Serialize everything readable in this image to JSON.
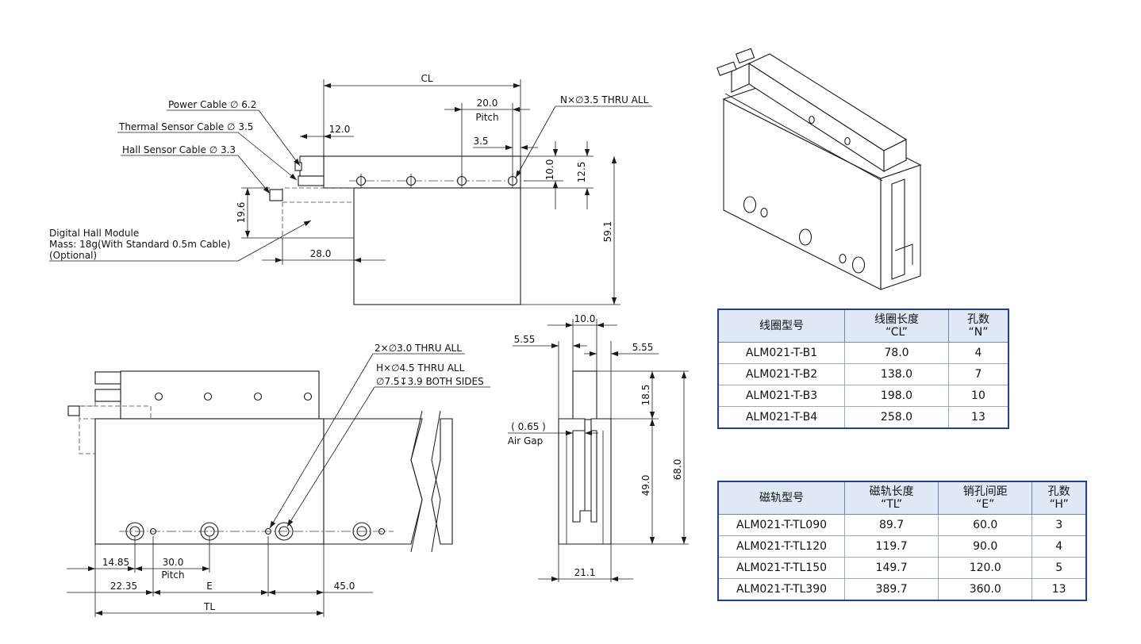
{
  "top_view": {
    "cl": "CL",
    "pitch_value": "20.0",
    "pitch_label": "Pitch",
    "holes_note": "N×∅3.5 THRU ALL",
    "cable_offset": "12.0",
    "hole_offset": "3.5",
    "hole_row_10": "10.0",
    "hole_row_12_5": "12.5",
    "height_59_1": "59.1",
    "hall_height": "19.6",
    "hall_width": "28.0",
    "power_cable": "Power Cable ∅ 6.2",
    "thermal_cable": "Thermal Sensor Cable ∅ 3.5",
    "hall_cable": "Hall Sensor Cable ∅ 3.3",
    "hall_module_line1": "Digital Hall Module",
    "hall_module_line2": "Mass: 18g(With Standard 0.5m Cable)",
    "hall_module_line3": "(Optional)"
  },
  "side_view": {
    "mount_holes": "2×∅3.0 THRU ALL",
    "track_holes": "H×∅4.5 THRU ALL",
    "counterbore": "∅7.5↧3.9 BOTH SIDES",
    "d_14_85": "14.85",
    "d_30_0": "30.0",
    "pitch_label": "Pitch",
    "d_22_35": "22.35",
    "e_label": "E",
    "d_45_0": "45.0",
    "tl_label": "TL"
  },
  "end_view": {
    "d_10_0": "10.0",
    "d_5_55_left": "5.55",
    "d_5_55_right": "5.55",
    "d_18_5": "18.5",
    "air_gap_value": "( 0.65 )",
    "air_gap_label": "Air Gap",
    "d_49_0": "49.0",
    "d_68_0": "68.0",
    "d_21_1": "21.1"
  },
  "coil_table": {
    "headers": [
      {
        "line1": "线圈型号",
        "line2": ""
      },
      {
        "line1": "线圈长度",
        "line2": "“CL”"
      },
      {
        "line1": "孔数",
        "line2": "“N”"
      }
    ],
    "rows": [
      [
        "ALM021-T-B1",
        "78.0",
        "4"
      ],
      [
        "ALM021-T-B2",
        "138.0",
        "7"
      ],
      [
        "ALM021-T-B3",
        "198.0",
        "10"
      ],
      [
        "ALM021-T-B4",
        "258.0",
        "13"
      ]
    ]
  },
  "track_table": {
    "headers": [
      {
        "line1": "磁轨型号",
        "line2": ""
      },
      {
        "line1": "磁轨长度",
        "line2": "“TL”"
      },
      {
        "line1": "销孔间距",
        "line2": "“E”"
      },
      {
        "line1": "孔数",
        "line2": "“H”"
      }
    ],
    "rows": [
      [
        "ALM021-T-TL090",
        "89.7",
        "60.0",
        "3"
      ],
      [
        "ALM021-T-TL120",
        "119.7",
        "90.0",
        "4"
      ],
      [
        "ALM021-T-TL150",
        "149.7",
        "120.0",
        "5"
      ],
      [
        "ALM021-T-TL390",
        "389.7",
        "360.0",
        "13"
      ]
    ]
  }
}
